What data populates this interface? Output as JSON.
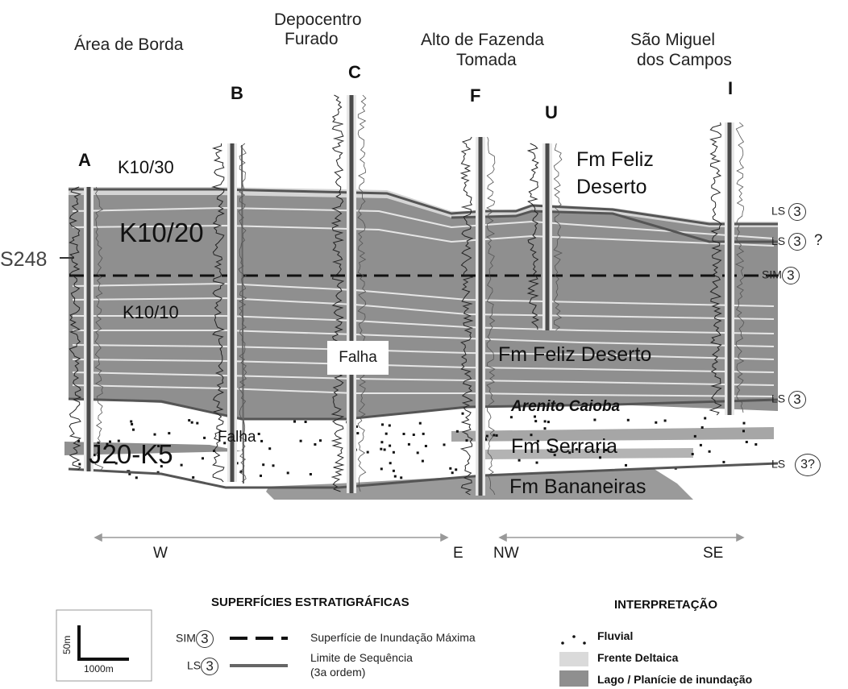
{
  "regions": {
    "borda": "Área de Borda",
    "depocentro_1": "Depocentro",
    "depocentro_2": "Furado",
    "alto_1": "Alto de Fazenda",
    "alto_2": "Tomada",
    "sao_miguel_1": "São Miguel",
    "sao_miguel_2": "dos Campos"
  },
  "wells": [
    "A",
    "B",
    "C",
    "F",
    "U",
    "I"
  ],
  "units": {
    "k10_30": "K10/30",
    "k10_20": "K10/20",
    "k10_10": "K10/10",
    "j20_k5": "J20-K5",
    "s248": "S248",
    "fm_feliz_deserto_top_1": "Fm Feliz",
    "fm_feliz_deserto_top_2": "Deserto",
    "fm_feliz_deserto": "Fm Feliz Deserto",
    "arenito_caioba": "Arenito Caioba",
    "fm_serraria": "Fm Serraria",
    "fm_bananeiras": "Fm Bananeiras",
    "falha_upper": "Falha",
    "falha_lower": "Falha"
  },
  "surface_markers": [
    {
      "code": "LS",
      "order": "3",
      "suffix": ""
    },
    {
      "code": "LS",
      "order": "3",
      "suffix": "?"
    },
    {
      "code": "SIM",
      "order": "3",
      "suffix": ""
    },
    {
      "code": "LS",
      "order": "3",
      "suffix": ""
    },
    {
      "code": "LS",
      "order": "3?",
      "suffix": ""
    }
  ],
  "directions": {
    "w": "W",
    "e": "E",
    "nw": "NW",
    "se": "SE"
  },
  "scale": {
    "vertical": "50m",
    "horizontal": "1000m"
  },
  "legend_surfaces": {
    "title": "SUPERFÍCIES ESTRATIGRÁFICAS",
    "sim_code": "SIM",
    "sim_order": "3",
    "sim_label": "Superfície de Inundação Máxima",
    "ls_code": "LS",
    "ls_order": "3",
    "ls_label_1": "Limite de Sequência",
    "ls_label_2": "(3a ordem)"
  },
  "legend_interp": {
    "title": "INTERPRETAÇÃO",
    "fluvial": "Fluvial",
    "frente": "Frente Deltaica",
    "lago": "Lago / Planície de inundação"
  },
  "colors": {
    "lake": "#8f8f8f",
    "delta": "#d9d9d9",
    "fluvial": "#ffffff",
    "surface": "#555555",
    "sim_line": "#111111"
  }
}
